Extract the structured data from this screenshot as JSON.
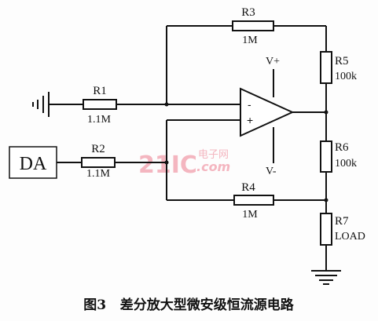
{
  "figure": {
    "caption": "图3   差分放大型微安级恒流源电路"
  },
  "source": {
    "label": "DA"
  },
  "resistors": {
    "r1": {
      "name": "R1",
      "value": "1.1M"
    },
    "r2": {
      "name": "R2",
      "value": "1.1M"
    },
    "r3": {
      "name": "R3",
      "value": "1M"
    },
    "r4": {
      "name": "R4",
      "value": "1M"
    },
    "r5": {
      "name": "R5",
      "value": "100k"
    },
    "r6": {
      "name": "R6",
      "value": "100k"
    },
    "r7": {
      "name": "R7",
      "value": "LOAD"
    }
  },
  "opamp": {
    "inverting": "-",
    "noninverting": "+",
    "supply_pos": "V+",
    "supply_neg": "V-"
  },
  "watermark": {
    "logo": "21IC",
    "cn": "电子网",
    "domain": ".com"
  }
}
